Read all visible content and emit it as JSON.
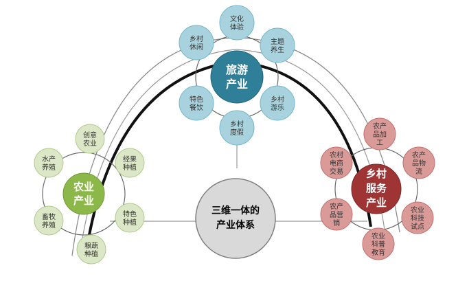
{
  "center": {
    "lines": [
      "三维一体的",
      "产业体系"
    ]
  },
  "tourism": {
    "title": [
      "旅游",
      "产业"
    ],
    "satellites": [
      {
        "lines": [
          "文化",
          "体验"
        ]
      },
      {
        "lines": [
          "乡村",
          "休闲"
        ]
      },
      {
        "lines": [
          "主题",
          "养生"
        ]
      },
      {
        "lines": [
          "特色",
          "餐饮"
        ]
      },
      {
        "lines": [
          "乡村",
          "游乐"
        ]
      },
      {
        "lines": [
          "乡村",
          "度假"
        ]
      }
    ]
  },
  "agriculture": {
    "title": [
      "农业",
      "产业"
    ],
    "satellites": [
      {
        "lines": [
          "创意",
          "农业"
        ]
      },
      {
        "lines": [
          "水产",
          "养殖"
        ]
      },
      {
        "lines": [
          "经果",
          "种植"
        ]
      },
      {
        "lines": [
          "畜牧",
          "养殖"
        ]
      },
      {
        "lines": [
          "特色",
          "种植"
        ]
      },
      {
        "lines": [
          "粮蔬",
          "种植"
        ]
      }
    ]
  },
  "services": {
    "title": [
      "乡村",
      "服务",
      "产业"
    ],
    "satellites": [
      {
        "lines": [
          "农产",
          "品加",
          "工"
        ]
      },
      {
        "lines": [
          "农村",
          "电商",
          "交易"
        ]
      },
      {
        "lines": [
          "农产",
          "品物",
          "流"
        ]
      },
      {
        "lines": [
          "农产",
          "品营",
          "销"
        ]
      },
      {
        "lines": [
          "农业",
          "科技",
          "试点"
        ]
      },
      {
        "lines": [
          "农业",
          "科普",
          "教育"
        ]
      }
    ]
  },
  "colors": {
    "tourism_main": "#2e7f97",
    "tourism_sat": "#a8d3de",
    "tourism_sat_stroke": "#6fb6ca",
    "agri_main": "#8cb84a",
    "agri_sat": "#dbe7c6",
    "agri_sat_stroke": "#b2ca8a",
    "service_main": "#9e3434",
    "service_sat": "#d99a98",
    "service_sat_stroke": "#c46f6c",
    "center_fill": "#d9d9d9",
    "center_stroke": "#7f7f7f"
  }
}
